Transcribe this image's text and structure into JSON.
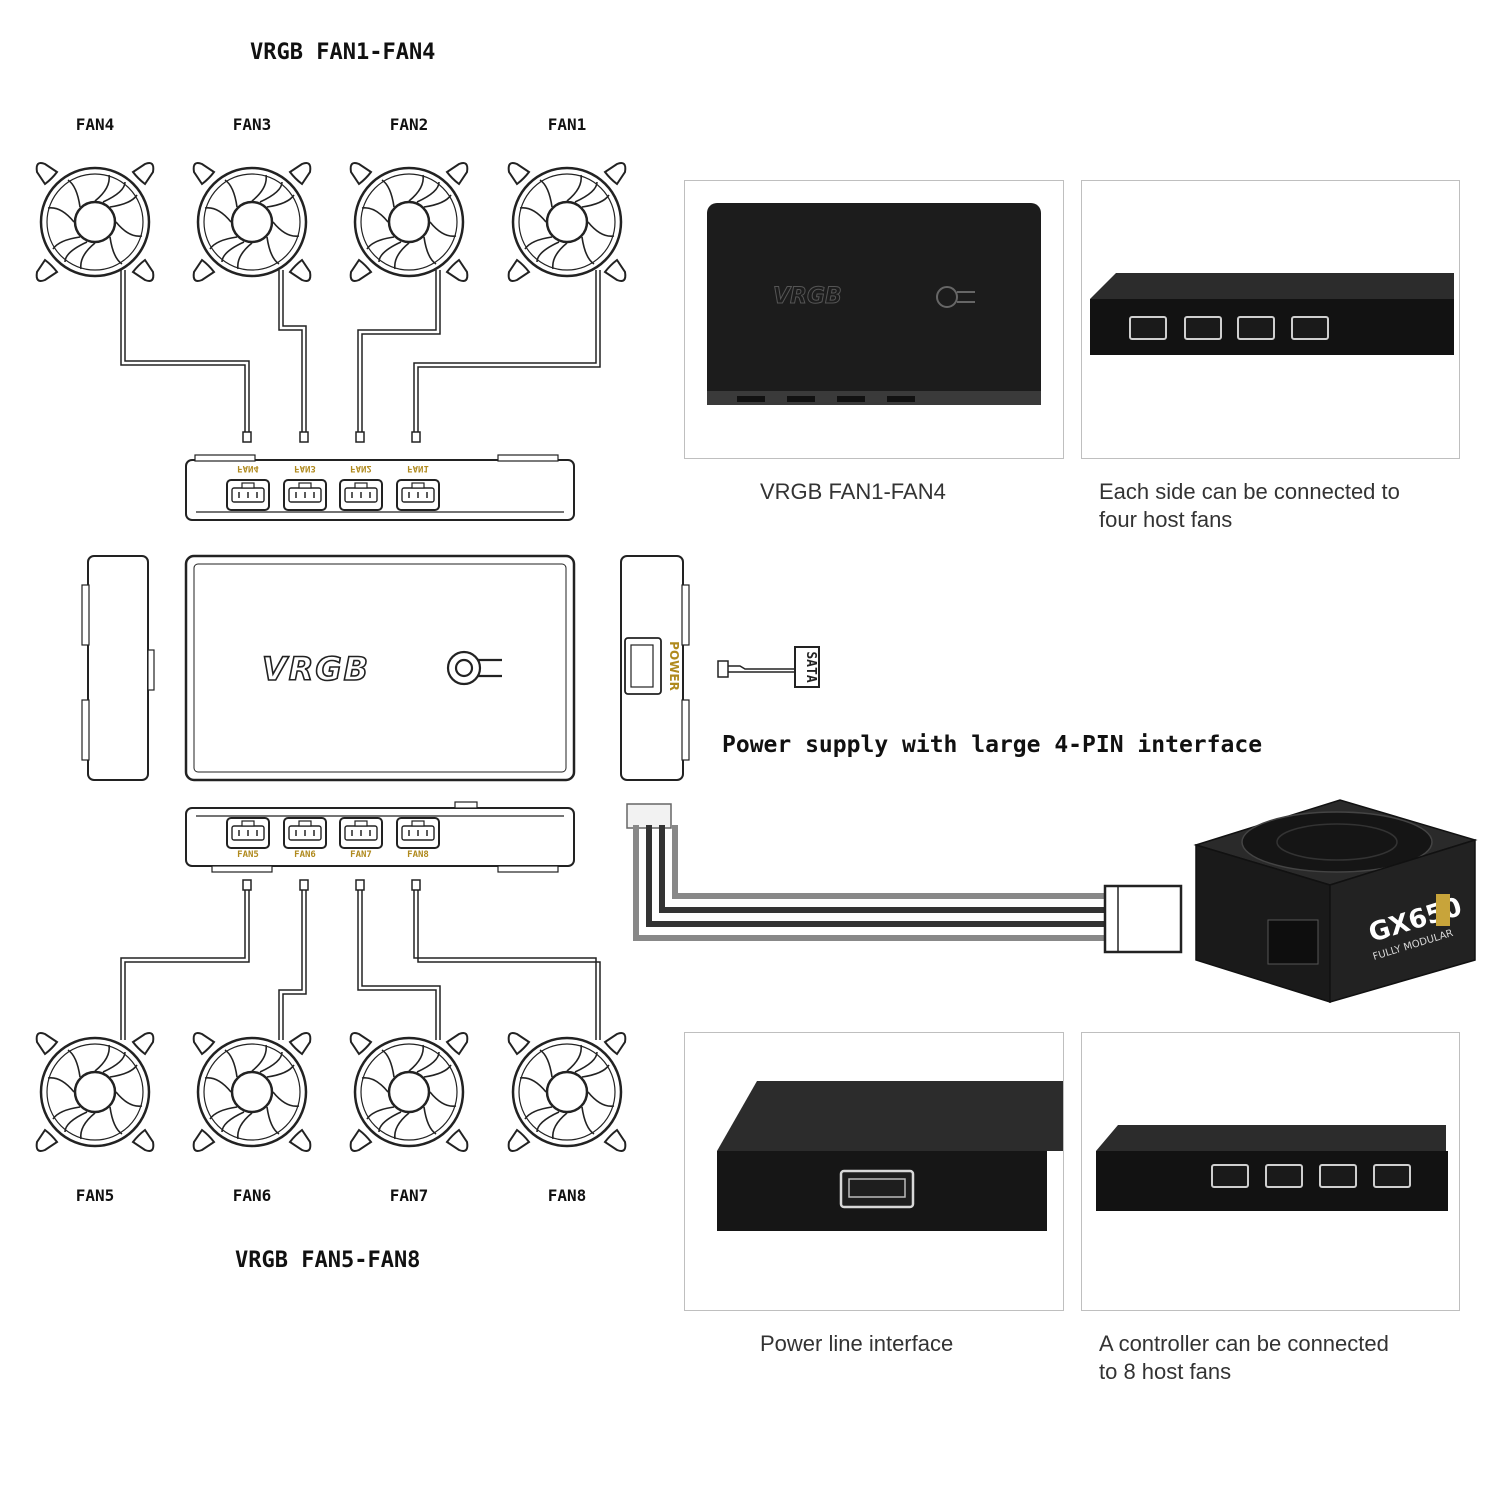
{
  "diagram_title_top": "VRGB FAN1-FAN4",
  "diagram_title_bottom": "VRGB FAN5-FAN8",
  "top_fans": [
    "FAN4",
    "FAN3",
    "FAN2",
    "FAN1"
  ],
  "bottom_fans": [
    "FAN5",
    "FAN6",
    "FAN7",
    "FAN8"
  ],
  "hub_port_labels_top": [
    "FAN4",
    "FAN3",
    "FAN2",
    "FAN1"
  ],
  "hub_port_labels_bottom": [
    "FAN5",
    "FAN6",
    "FAN7",
    "FAN8"
  ],
  "hub_logo": "VRGB",
  "power_port_label": "POWER",
  "sata_label": "SATA",
  "power_note": "Power supply with large 4-PIN interface",
  "psu_model": "GX650",
  "psu_sub": "FULLY MODULAR",
  "captions": {
    "panel1": "VRGB FAN1-FAN4",
    "panel2_line1": "Each side can be connected to",
    "panel2_line2": "four host fans",
    "panel3": "Power line interface",
    "panel4_line1": "A controller can be connected",
    "panel4_line2": "to 8 host fans"
  },
  "colors": {
    "line": "#222222",
    "port_label": "#b08a1e",
    "product_dark": "#1c1c1c"
  }
}
